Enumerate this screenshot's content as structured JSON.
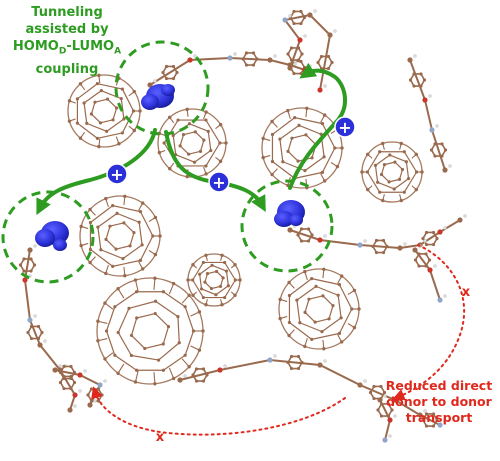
{
  "labels": {
    "tunneling_line1": "Tunneling",
    "tunneling_line2": "assisted by",
    "tunneling_line3_main": "HOMO",
    "tunneling_line3_sub1": "D",
    "tunneling_line3_mid": "-LUMO",
    "tunneling_line3_sub2": "A",
    "tunneling_line4": "coupling",
    "reduced_line1": "Reduced direct",
    "reduced_line2": "donor to donor",
    "reduced_line3": "transport",
    "plus_symbol": "+",
    "cross_symbol": "x"
  },
  "colors": {
    "tunneling_arrow": "#2d9c20",
    "blocked_arrow": "#e0291d",
    "charge_orbital": "#2b30d8",
    "carbon": "#9a6a4e",
    "oxygen": "#c8372a",
    "nitrogen": "#8fa6c9",
    "hydrogen": "#dcdcdc"
  },
  "icons": {
    "plus": "hole-charge-plus-icon",
    "cross": "blocked-cross-icon"
  }
}
